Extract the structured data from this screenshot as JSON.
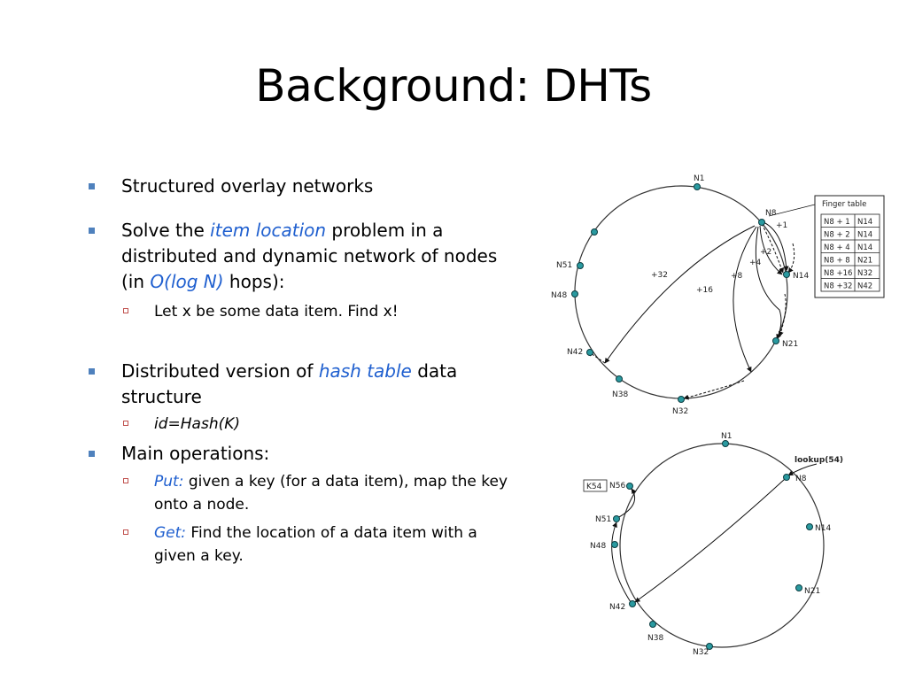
{
  "slide": {
    "title": "Background: DHTs",
    "bullets": {
      "b1": "Structured overlay networks",
      "b2_pre": "Solve the ",
      "b2_em": "item location",
      "b2_mid": " problem in a distributed and dynamic network of nodes (in ",
      "b2_em2": "O(log N)",
      "b2_post": " hops):",
      "b2_sub1": "Let x be some data item. Find  x!",
      "b3_pre": "Distributed version of ",
      "b3_em": "hash table",
      "b3_post": " data structure",
      "b3_sub1": "id=Hash(K)",
      "b4": "Main operations:",
      "b4_sub1_em": "Put:",
      "b4_sub1_text": " given a key (for a data item), map the key onto a node.",
      "b4_sub2_em": "Get:",
      "b4_sub2_text": " Find the location of a data item with a given a key."
    }
  },
  "diagram_top": {
    "nodes": {
      "n1": "N1",
      "n8": "N8",
      "n14": "N14",
      "n21": "N21",
      "n32": "N32",
      "n38": "N38",
      "n42": "N42",
      "n48": "N48",
      "n51": "N51"
    },
    "edges": {
      "p1": "+1",
      "p2": "+2",
      "p4": "+4",
      "p8": "+8",
      "p16": "+16",
      "p32": "+32"
    },
    "finger_table": {
      "title": "Finger table",
      "rows": [
        [
          "N8 + 1",
          "N14"
        ],
        [
          "N8 + 2",
          "N14"
        ],
        [
          "N8 + 4",
          "N14"
        ],
        [
          "N8 + 8",
          "N21"
        ],
        [
          "N8 +16",
          "N32"
        ],
        [
          "N8 +32",
          "N42"
        ]
      ]
    }
  },
  "diagram_bottom": {
    "nodes": {
      "n1": "N1",
      "n8": "N8",
      "n14": "N14",
      "n21": "N21",
      "n32": "N32",
      "n38": "N38",
      "n42": "N42",
      "n48": "N48",
      "n51": "N51",
      "n56": "N56"
    },
    "lookup": "lookup(54)",
    "key": "K54"
  }
}
